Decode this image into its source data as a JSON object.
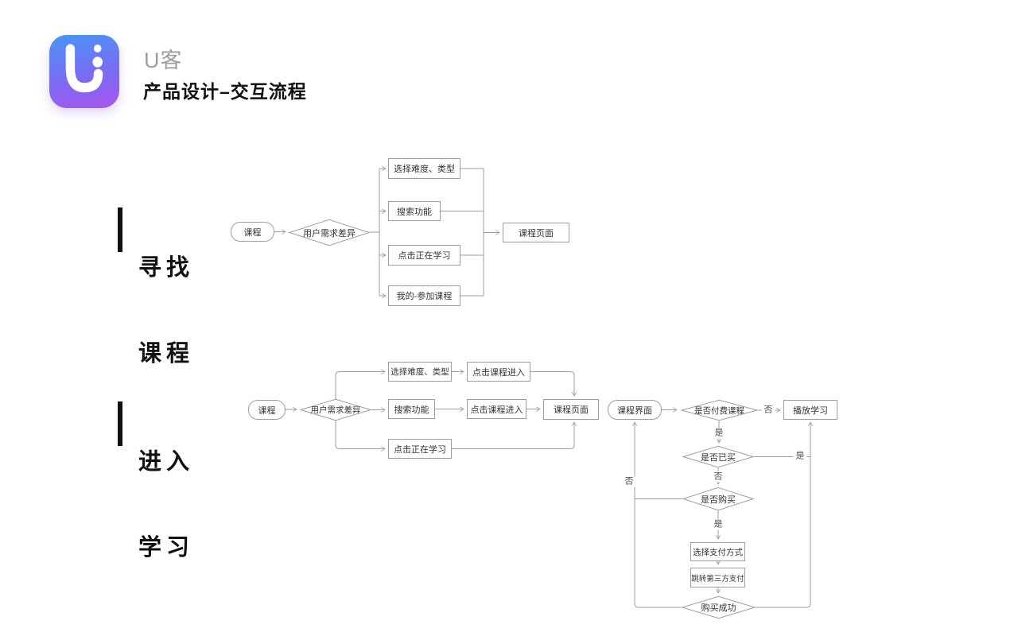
{
  "header": {
    "brand": "U客",
    "subtitle": "产品设计–交互流程",
    "logo_colors": {
      "top": "#4796f6",
      "bottom": "#a854f0"
    }
  },
  "sections": [
    {
      "title_line1": "寻找",
      "title_line2": "课程"
    },
    {
      "title_line1": "进入",
      "title_line2": "学习"
    }
  ],
  "flow1": {
    "start": "课程",
    "decision": "用户需求差异",
    "options": [
      "选择难度、类型",
      "搜索功能",
      "点击正在学习",
      "我的-参加课程"
    ],
    "end": "课程页面"
  },
  "flow2": {
    "start": "课程",
    "decision": "用户需求差异",
    "options": [
      "选择难度、类型",
      "搜索功能",
      "点击正在学习"
    ],
    "enter1": "点击课程进入",
    "enter2": "点击课程进入",
    "page": "课程页面",
    "course_ui": "课程界面",
    "decision_paid": "是否付费课程",
    "play": "播放学习",
    "decision_bought": "是否已买",
    "decision_buy": "是否购买",
    "pay_method": "选择支付方式",
    "third_party": "跳转第三方支付",
    "success": "购买成功",
    "edge_labels": {
      "paid_no": "否",
      "paid_yes": "是",
      "bought_yes": "是",
      "bought_no": "否",
      "buy_yes": "是",
      "buy_no": "否"
    }
  },
  "colors": {
    "line": "#9e9e9e",
    "node_text": "#333333"
  }
}
